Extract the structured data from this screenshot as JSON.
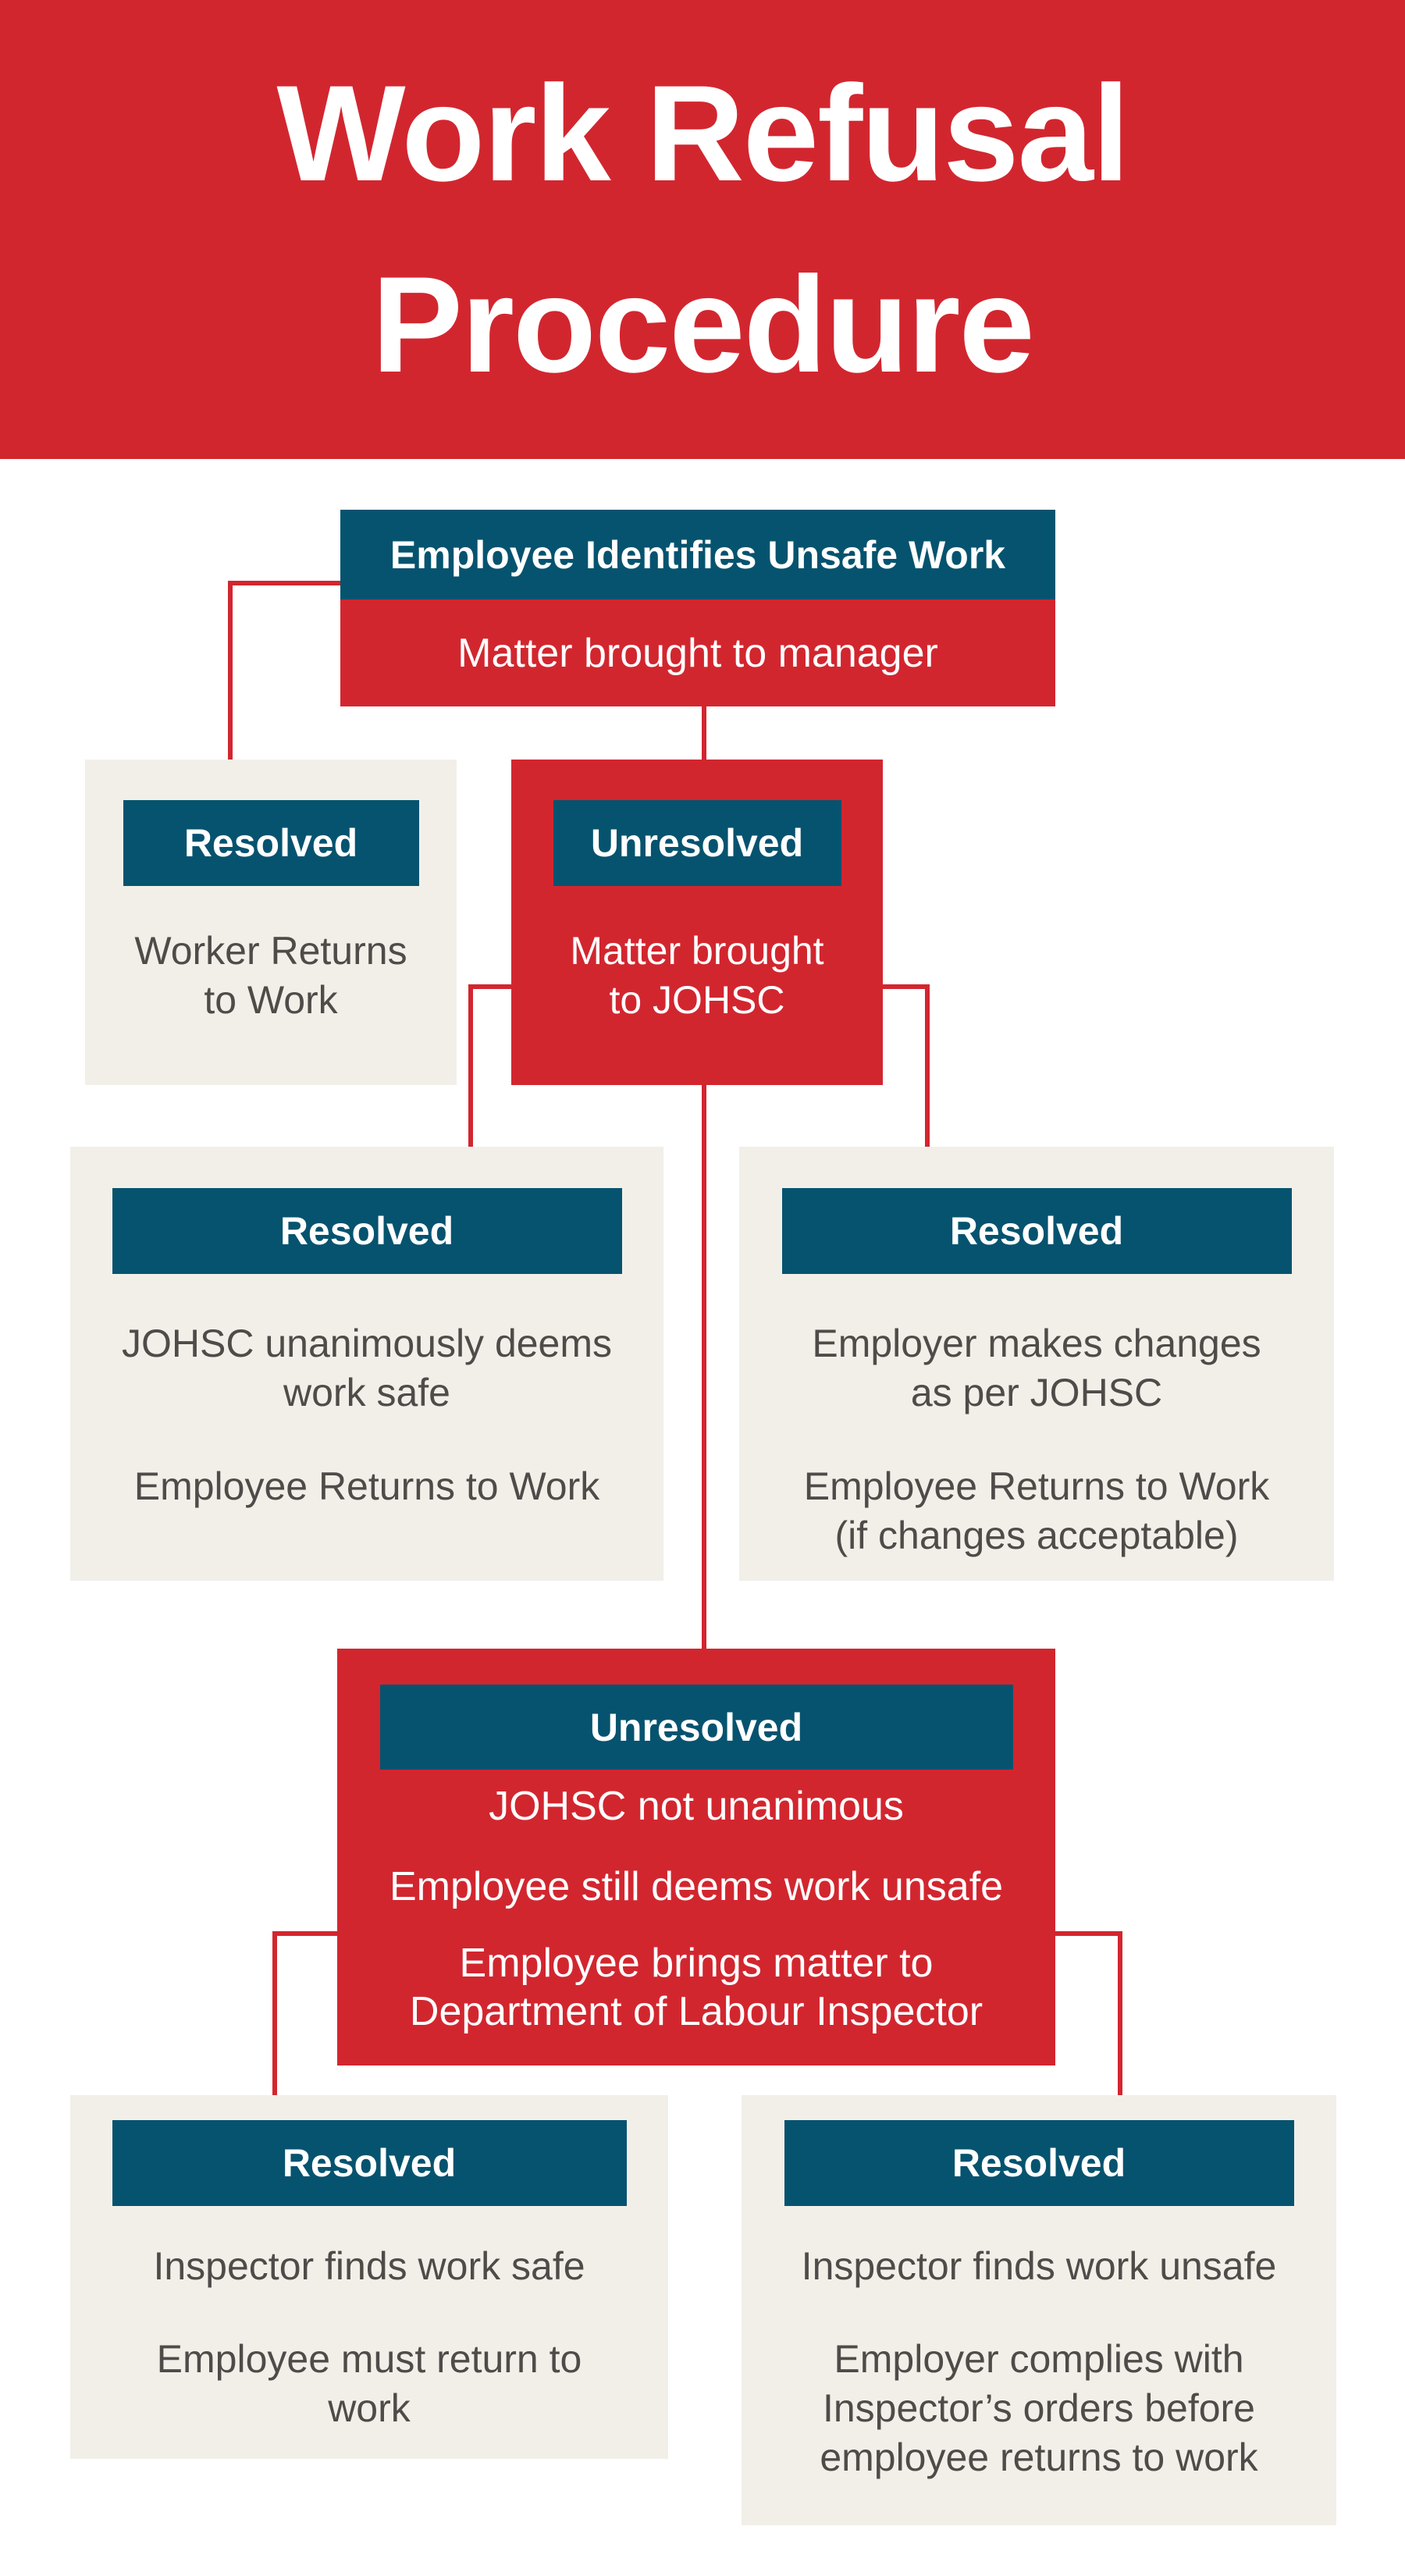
{
  "colors": {
    "red": "#d2262f",
    "teal": "#06536f",
    "cream": "#f2efe9",
    "text_gray": "#4e4b49",
    "white": "#ffffff"
  },
  "banner": {
    "title": "Work Refusal\nProcedure"
  },
  "start_box": {
    "header": "Employee Identifies Unsafe Work",
    "subheader": "Matter brought to manager"
  },
  "row2": {
    "left": {
      "badge": "Resolved",
      "body": "Worker Returns\nto Work"
    },
    "right": {
      "badge": "Unresolved",
      "body": "Matter brought\nto JOHSC"
    }
  },
  "row3": {
    "left": {
      "badge": "Resolved",
      "para1": "JOHSC unanimously deems\nwork safe",
      "para2": "Employee Returns to Work"
    },
    "right": {
      "badge": "Resolved",
      "para1": "Employer makes changes\nas per JOHSC",
      "para2": "Employee Returns to Work\n(if changes acceptable)"
    }
  },
  "row4": {
    "badge": "Unresolved",
    "para1": "JOHSC not unanimous",
    "para2": "Employee still deems work unsafe",
    "para3": "Employee brings matter to\nDepartment of Labour Inspector"
  },
  "row5": {
    "left": {
      "badge": "Resolved",
      "para1": "Inspector finds work safe",
      "para2": "Employee must return to\nwork"
    },
    "right": {
      "badge": "Resolved",
      "para1": "Inspector finds work unsafe",
      "para2": "Employer complies with\nInspector’s orders before\nemployee returns to work"
    }
  }
}
